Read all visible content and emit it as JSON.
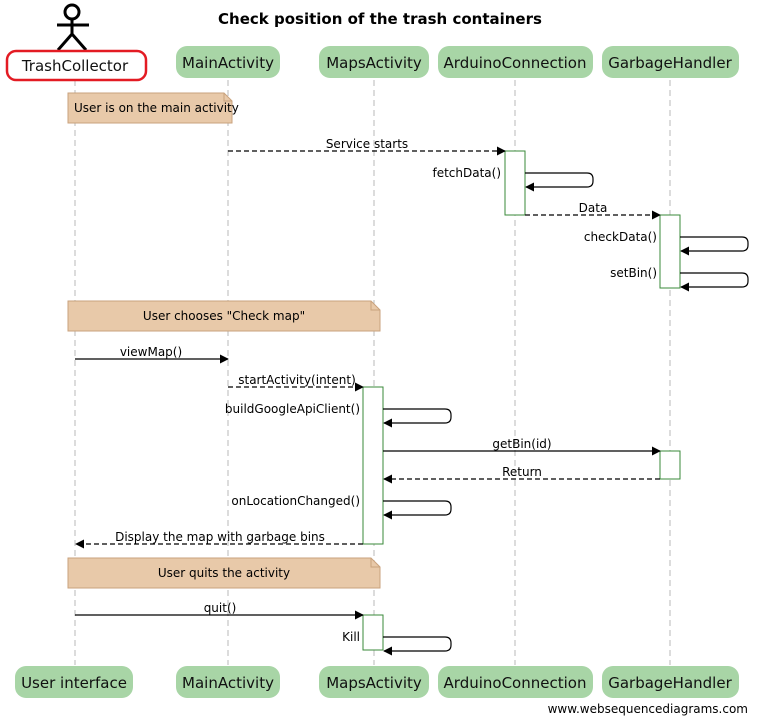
{
  "title": "Check position of the trash containers",
  "watermark": "www.websequencediagrams.com",
  "participants": {
    "top": [
      "TrashCollector",
      "MainActivity",
      "MapsActivity",
      "ArduinoConnection",
      "GarbageHandler"
    ],
    "bottom": [
      "User interface",
      "MainActivity",
      "MapsActivity",
      "ArduinoConnection",
      "GarbageHandler"
    ]
  },
  "notes": [
    "User is on the main activity",
    "User chooses \"Check map\"",
    "User quits the activity"
  ],
  "messages": [
    {
      "label": "Service starts",
      "from": "MainActivity",
      "to": "ArduinoConnection",
      "style": "dashed"
    },
    {
      "label": "fetchData()",
      "from": "ArduinoConnection",
      "to": "ArduinoConnection",
      "style": "self"
    },
    {
      "label": "Data",
      "from": "ArduinoConnection",
      "to": "GarbageHandler",
      "style": "dashed"
    },
    {
      "label": "checkData()",
      "from": "GarbageHandler",
      "to": "GarbageHandler",
      "style": "self"
    },
    {
      "label": "setBin()",
      "from": "GarbageHandler",
      "to": "GarbageHandler",
      "style": "self"
    },
    {
      "label": "viewMap()",
      "from": "TrashCollector",
      "to": "MainActivity",
      "style": "solid"
    },
    {
      "label": "startActivity(intent)",
      "from": "MainActivity",
      "to": "MapsActivity",
      "style": "dashed"
    },
    {
      "label": "buildGoogleApiClient()",
      "from": "MapsActivity",
      "to": "MapsActivity",
      "style": "self"
    },
    {
      "label": "getBin(id)",
      "from": "MapsActivity",
      "to": "GarbageHandler",
      "style": "solid"
    },
    {
      "label": "Return",
      "from": "GarbageHandler",
      "to": "MapsActivity",
      "style": "dashed"
    },
    {
      "label": "onLocationChanged()",
      "from": "MapsActivity",
      "to": "MapsActivity",
      "style": "self"
    },
    {
      "label": "Display the map with garbage bins",
      "from": "MapsActivity",
      "to": "TrashCollector",
      "style": "dashed"
    },
    {
      "label": "quit()",
      "from": "TrashCollector",
      "to": "MapsActivity",
      "style": "solid"
    },
    {
      "label": "Kill",
      "from": "MapsActivity",
      "to": "MapsActivity",
      "style": "self"
    }
  ],
  "colors": {
    "participant_fill": "#a8d5a6",
    "note_fill": "#e8c9a9",
    "note_stroke": "#c9a27d",
    "highlight_outline": "#e31b23",
    "activation_stroke": "#3a8a3a",
    "lifeline": "#b8b8b8"
  }
}
